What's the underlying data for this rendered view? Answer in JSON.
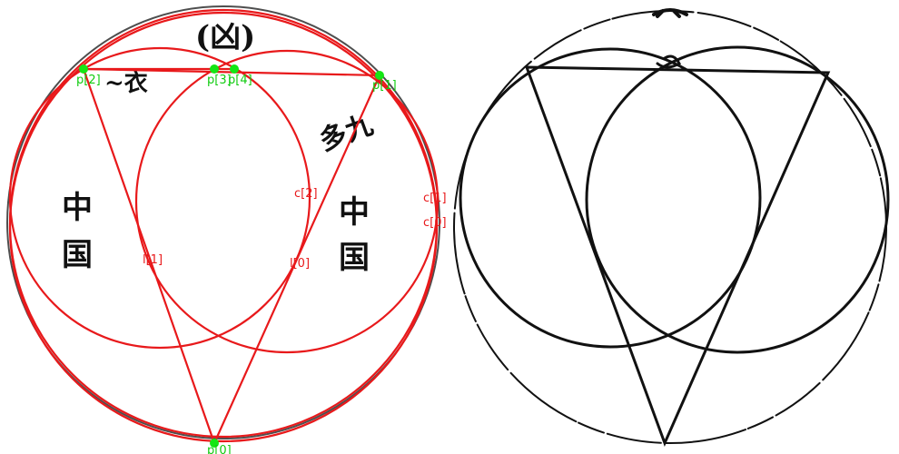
{
  "colors": {
    "overlay": "#e8191b",
    "point": "#14e614",
    "point_label": "#11cc11",
    "ink": "#111111"
  },
  "left_panel": {
    "text_top": "(凶)",
    "text_left_vertical": "中\n国",
    "text_right_vertical": "中\n国",
    "text_cursive_left": "~衣",
    "text_cursive_right": "多九",
    "point_labels": [
      "p[2]",
      "p[3]",
      "p[4]",
      "p[1]",
      "p[0]"
    ],
    "circle_labels": [
      "c[2]",
      "c[1]",
      "c[0]"
    ],
    "line_labels": [
      "l[1]",
      "l[0]"
    ]
  },
  "right_panel": {}
}
